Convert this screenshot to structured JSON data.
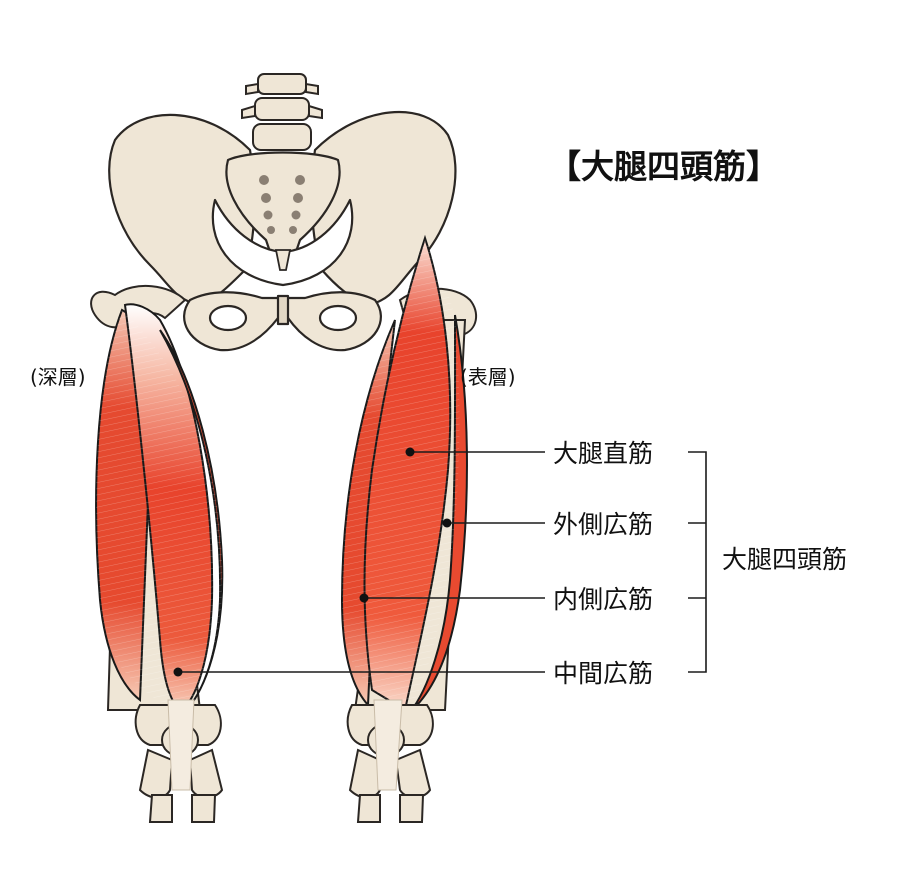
{
  "title": "【大腿四頭筋】",
  "layer_labels": {
    "deep": "(深層)",
    "superficial": "(表層)"
  },
  "muscle_labels": [
    "大腿直筋",
    "外側広筋",
    "内側広筋",
    "中間広筋"
  ],
  "group_label": "大腿四頭筋",
  "colors": {
    "bone_fill": "#efe6d6",
    "bone_stroke": "#2b2724",
    "muscle_red": "#e8412a",
    "muscle_light": "#f7b7a0",
    "tendon": "#f4ece0",
    "leader_line": "#1c1c1c"
  }
}
